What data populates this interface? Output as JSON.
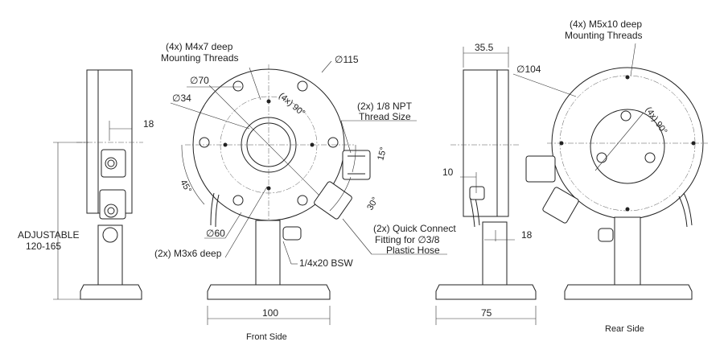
{
  "views": {
    "front_caption": "Front Side",
    "rear_caption": "Rear Side"
  },
  "labels": {
    "m4_qty": "(4x) M4x7 deep",
    "m4_desc": "Mounting Threads",
    "d115": "∅115",
    "d70": "∅70",
    "d34": "∅34",
    "angle90_front": "(4x) 90°",
    "npt_qty": "(2x) 1/8 NPT",
    "npt_desc": "Thread Size",
    "dim18_left": "18",
    "angle15": "15°",
    "angle45": "45°",
    "angle30": "30°",
    "d60": "∅60",
    "m3_desc": "(2x) M3x6 deep",
    "adj_label": "ADJUSTABLE",
    "adj_range": "120-165",
    "qc_line1": "(2x) Quick Connect",
    "qc_line2": "Fitting for ∅3/8",
    "qc_line3": "Plastic Hose",
    "bsw": "1/4x20 BSW",
    "dim100": "100",
    "dim35_5": "35.5",
    "dim10": "10",
    "dim18_right": "18",
    "dim75": "75",
    "d104": "∅104",
    "m5_qty": "(4x) M5x10 deep",
    "m5_desc": "Mounting Threads",
    "angle90_rear": "(4x) 90°"
  }
}
